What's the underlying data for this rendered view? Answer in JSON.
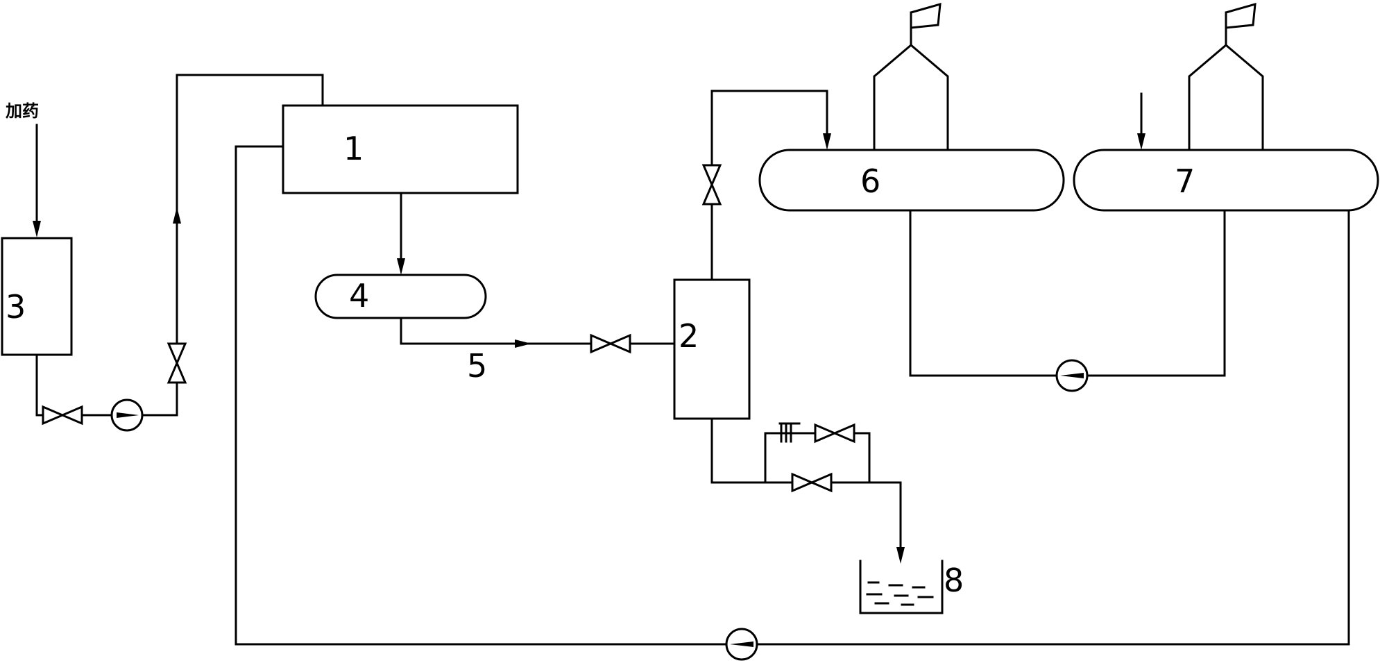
{
  "labels": {
    "inlet_text": "加药",
    "unit_1": "1",
    "unit_2": "2",
    "unit_3": "3",
    "unit_4": "4",
    "unit_5": "5",
    "unit_6": "6",
    "unit_7": "7",
    "unit_8": "8"
  }
}
